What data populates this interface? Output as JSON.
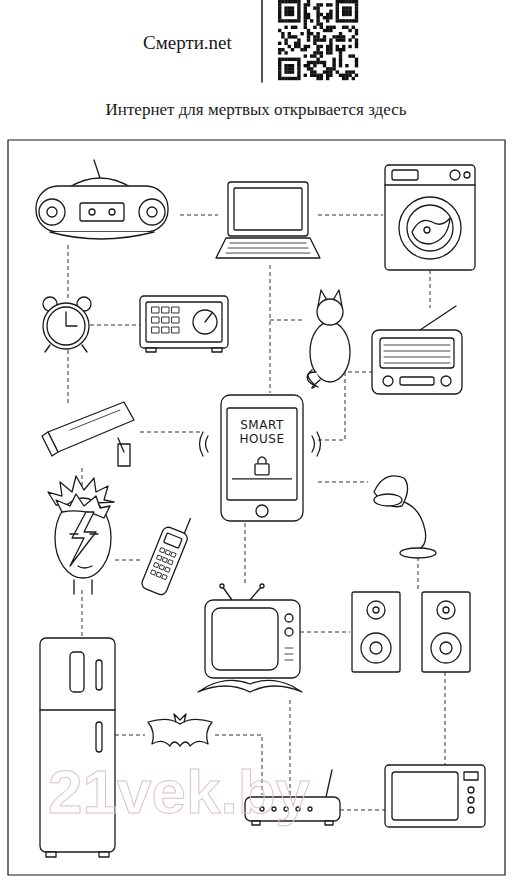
{
  "diagram": {
    "title": "Смерти.net",
    "nodes": [
      {
        "text": [
          "SMART HOUSE"
        ]
      }
    ],
    "labels": [
      "Интернет для мертвых открывается здесь",
      "21vek.by"
    ]
  }
}
